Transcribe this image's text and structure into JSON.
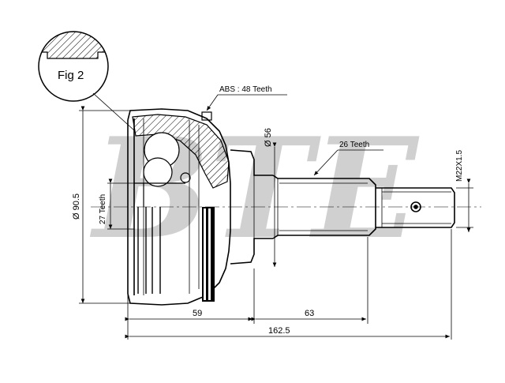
{
  "watermark": "BTE",
  "figure": {
    "label": "Fig 2"
  },
  "annotations": {
    "abs_teeth": "ABS : 48 Teeth",
    "spline_outer": "26 Teeth",
    "spline_inner": "27 Teeth",
    "thread": "M22X1.5"
  },
  "dimensions": {
    "outer_diameter": "Ø 90.5",
    "shoulder_diameter": "Ø 56",
    "length_left": "59",
    "length_right": "63",
    "length_total": "162.5"
  },
  "colors": {
    "line": "#000000",
    "watermark": "#d0d0d0",
    "background": "#ffffff"
  }
}
